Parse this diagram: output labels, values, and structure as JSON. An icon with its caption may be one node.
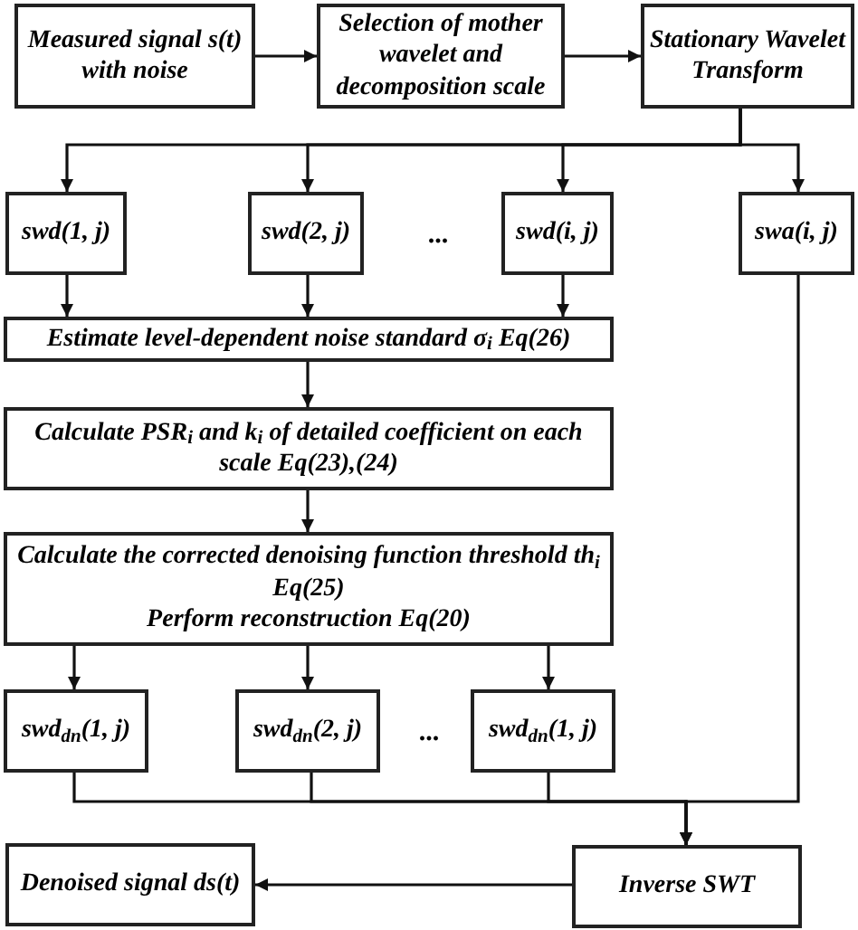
{
  "diagram": {
    "nodes": [
      {
        "text": [
          "Measured signal s(t) with noise"
        ]
      },
      {
        "text": [
          "Selection of mother wavelet and decomposition scale"
        ]
      },
      {
        "text": [
          "Stationary Wavelet Transform"
        ]
      },
      {
        "text": [
          "swd(1, j)"
        ]
      },
      {
        "text": [
          "swd(2, j)"
        ]
      },
      {
        "text": [
          "swd(i, j)"
        ]
      },
      {
        "text": [
          "swa(i, j)"
        ]
      },
      {
        "text": [
          "Estimate level-dependent noise standard σ$_{i}$ Eq(26)"
        ]
      },
      {
        "text": [
          "Calculate PSR$_{i}$ and k$_{i}$ of detailed coefficient on each scale Eq(23),(24)"
        ]
      },
      {
        "text": [
          "Calculate the corrected denoising function threshold th$_{i}$ Eq(25)",
          "Perform reconstruction Eq(20)"
        ]
      },
      {
        "text": [
          "swd$_{dn}$(1, j)"
        ]
      },
      {
        "text": [
          "swd$_{dn}$(2, j)"
        ]
      },
      {
        "text": [
          "swd$_{dn}$(1, j)"
        ]
      },
      {
        "text": [
          "Denoised signal ds(t)"
        ]
      },
      {
        "text": [
          "Inverse SWT"
        ]
      }
    ],
    "edges": [
      {
        "from": 0,
        "to": 1,
        "arrow": "to"
      },
      {
        "from": 1,
        "to": 2,
        "arrow": "to"
      },
      {
        "from": 2,
        "to": 3,
        "arrow": "to"
      },
      {
        "from": 2,
        "to": 4,
        "arrow": "to"
      },
      {
        "from": 2,
        "to": 5,
        "arrow": "to"
      },
      {
        "from": 2,
        "to": 6,
        "arrow": "to"
      },
      {
        "from": 3,
        "to": 7,
        "arrow": "to"
      },
      {
        "from": 4,
        "to": 7,
        "arrow": "to"
      },
      {
        "from": 5,
        "to": 7,
        "arrow": "to"
      },
      {
        "from": 7,
        "to": 8,
        "arrow": "to"
      },
      {
        "from": 8,
        "to": 9,
        "arrow": "to"
      },
      {
        "from": 9,
        "to": 10,
        "arrow": "to"
      },
      {
        "from": 9,
        "to": 11,
        "arrow": "to"
      },
      {
        "from": 9,
        "to": 12,
        "arrow": "to"
      },
      {
        "from": 10,
        "to": 14,
        "arrow": "to"
      },
      {
        "from": 11,
        "to": 14,
        "arrow": "to"
      },
      {
        "from": 12,
        "to": 14,
        "arrow": "to"
      },
      {
        "from": 6,
        "to": 14,
        "arrow": "to"
      },
      {
        "from": 14,
        "to": 13,
        "arrow": "to"
      }
    ],
    "labels": [
      "...",
      "..."
    ]
  }
}
